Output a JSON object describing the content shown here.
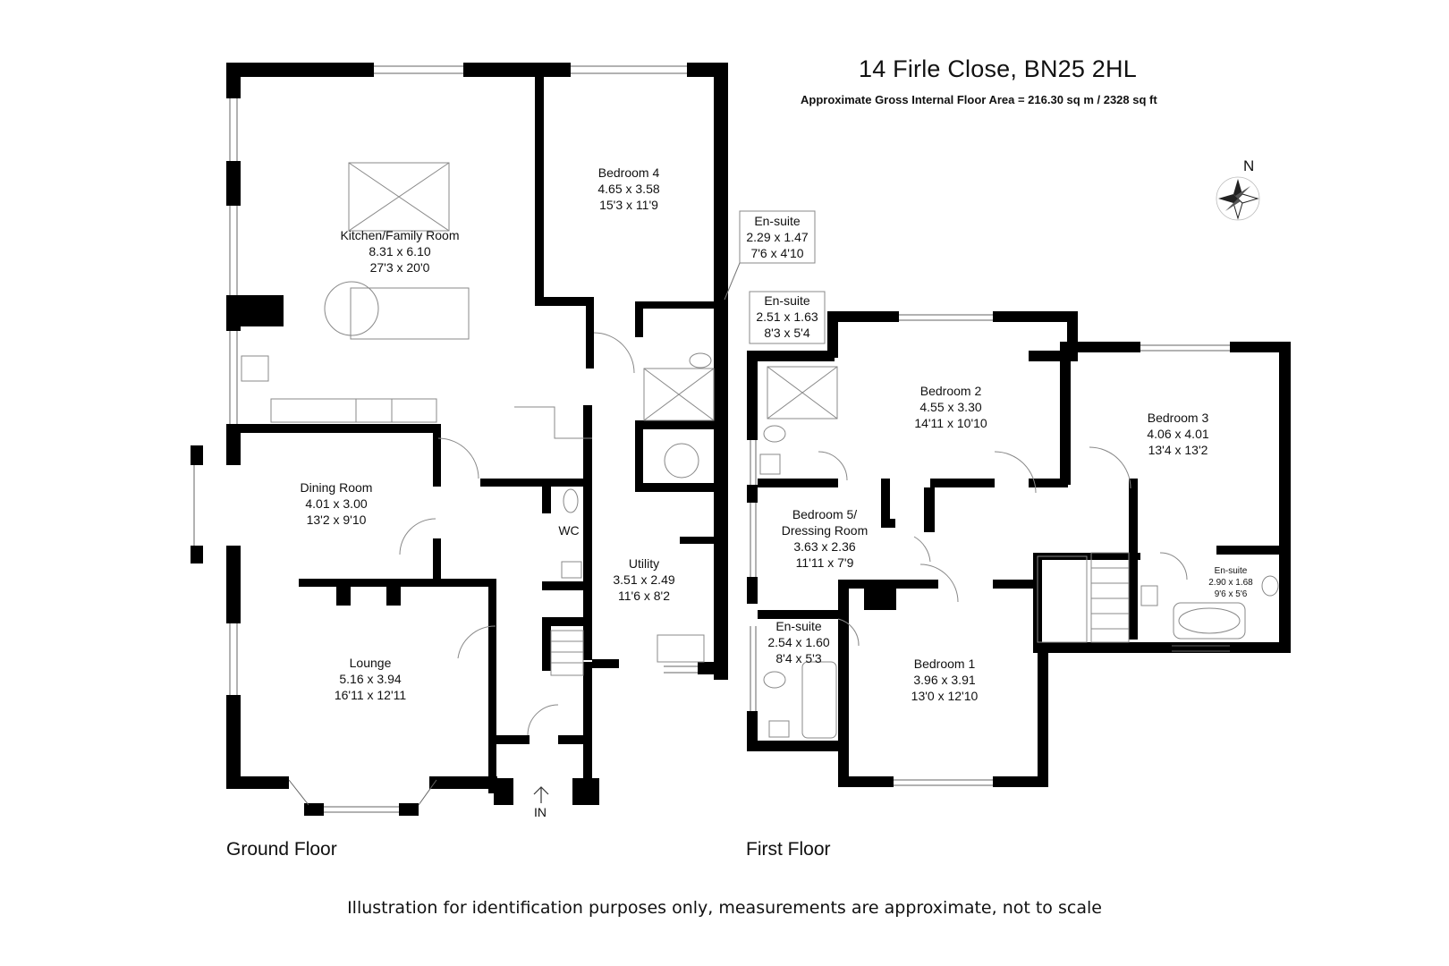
{
  "header": {
    "title": "14 Firle Close, BN25 2HL",
    "area": "Approximate Gross Internal Floor Area = 216.30 sq m / 2328 sq ft"
  },
  "floors": {
    "ground": "Ground Floor",
    "first": "First Floor"
  },
  "compass": {
    "north": "N"
  },
  "entrance": "IN",
  "rooms": {
    "kitchen": {
      "name": "Kitchen/Family Room",
      "metric": "8.31 x 6.10",
      "imperial": "27'3 x 20'0"
    },
    "bedroom4": {
      "name": "Bedroom 4",
      "metric": "4.65 x 3.58",
      "imperial": "15'3 x 11'9"
    },
    "ensuite_b4": {
      "name": "En-suite",
      "metric": "2.29 x 1.47",
      "imperial": "7'6 x 4'10"
    },
    "dining": {
      "name": "Dining Room",
      "metric": "4.01 x 3.00",
      "imperial": "13'2 x 9'10"
    },
    "wc": {
      "name": "WC"
    },
    "utility": {
      "name": "Utility",
      "metric": "3.51 x 2.49",
      "imperial": "11'6 x 8'2"
    },
    "lounge": {
      "name": "Lounge",
      "metric": "5.16 x 3.94",
      "imperial": "16'11 x 12'11"
    },
    "ensuite_b2": {
      "name": "En-suite",
      "metric": "2.51 x 1.63",
      "imperial": "8'3 x 5'4"
    },
    "bedroom2": {
      "name": "Bedroom 2",
      "metric": "4.55 x 3.30",
      "imperial": "14'11 x 10'10"
    },
    "bedroom3": {
      "name": "Bedroom 3",
      "metric": "4.06 x 4.01",
      "imperial": "13'4 x 13'2"
    },
    "bedroom5": {
      "name": "Bedroom 5/",
      "name2": "Dressing Room",
      "metric": "3.63 x 2.36",
      "imperial": "11'11 x 7'9"
    },
    "ensuite_b3": {
      "name": "En-suite",
      "metric": "2.90 x 1.68",
      "imperial": "9'6 x 5'6"
    },
    "ensuite_b1": {
      "name": "En-suite",
      "metric": "2.54 x 1.60",
      "imperial": "8'4 x 5'3"
    },
    "bedroom1": {
      "name": "Bedroom 1",
      "metric": "3.96 x 3.91",
      "imperial": "13'0 x 12'10"
    }
  },
  "disclaimer": "Illustration for identification purposes only, measurements are approximate, not to scale",
  "colors": {
    "wall": "#000000",
    "fixture": "#9a9a9a",
    "background": "#ffffff"
  }
}
